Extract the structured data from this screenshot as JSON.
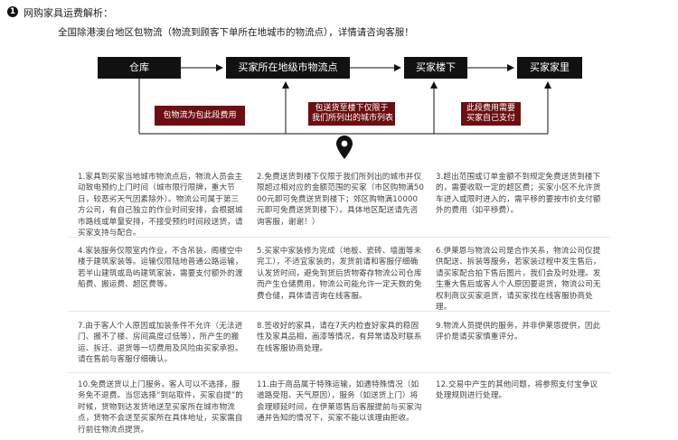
{
  "header": {
    "badge": "1",
    "title": "网购家具运费解析：",
    "subtitle": "全国除港澳台地区包物流（物流到顾客下单所在地城市的物流点），详情请咨询客服！"
  },
  "flow": {
    "nodes": [
      "仓库",
      "买家所在地级市物流点",
      "买家楼下",
      "买家家里"
    ],
    "reasons": [
      "包物流为包此段费用",
      "包送货至楼下仅限于\n我们所列出的城市列表",
      "此段费用需要\n买家自己支付"
    ]
  },
  "notes": [
    "1.家具到买家当地城市物流点后，物流人员会主动致电预约上门时间（城市限行限牌，重大节日，较恶劣天气因素除外）。物流公司属于第三方公司，有自己独立的作业时间安排，会根据城市路线或单量安排，不接受预约时间段送货，请买家支持与配合。",
    "2.免费送货到楼下仅限于我们所列出的城市并仅限超过相对应的金额范围的买家（市区购物满5000元即可免费送货到楼下；郊区购物满10000元即可免费送货到楼下）。具体地区配送请先咨询客服，谢谢！）",
    "3.超出范围或订单金额不到规定免费送货到楼下的，需要收取一定的超区费；买家小区不允许货车进入或限时进入的，需平移的要按市价支付额外的费用（如平移费）。",
    "4.家装服务仅限室内作业，不含吊装，阁楼空中楼于建筑家装等。运输仅限陆地普通公路运输，若半山建筑或岛屿建筑家装，需要支付额外的渡船费、搬运费、超区费等。",
    "5.买家中家装修为完成（地板、瓷砖、墙面等未完工），不适宜家装的，发货前请和客服仔细确认发货时间，避免到货后货物寄存物流公司仓库而产生仓储费用，物流公司能允许一定天数的免费仓储，具体请咨询在线客服。",
    "6.伊莱恩与物流公司是合作关系，物流公司仅提供配送、拆装等服务，若家装过程中发生售后，请买家配合拍下售后图片，我们会及时处理。发生重大售后或客人个人原因要退货，物流公司无权利商议买家退货，请买家找在线客服协商处理。",
    "7.由于客人个人原因或加装条件不允许（无法进门、搬不了楼、房间高度过低等），所产生的搬运、拆迁、退货等一切费用及风险由买家承担。请在售前与客服仔细确认。",
    "8.签收好的家具，请在7天内检查好家具的稳固性及家具品相，画漆等情况，有异常请及时联系在线客服协商处理。",
    "9.物流人员提供的服务，并非伊莱恩提供，因此评价是请买家慎重评分。",
    "10.免费送货以上门服务，客人可以不选择，服务免不退费。当您选择“到站取件，买家自提”的时候，货物到达发货地送至买家所在城市物流点，货物不会送至买家所在具体地址，买家需自行前往物流点提货。",
    "11.由于商品属于特殊运输，如遇特殊情况（如道路受阻、天气原因），服务（如送货上门）将会理顺延时间，在伊莱恩售后客服提前与买家沟通并告知的情况下，买家不能以该理由拒收。",
    "12.交易中产生的其他问题，将参照支付宝争议处理规则进行处理。"
  ]
}
